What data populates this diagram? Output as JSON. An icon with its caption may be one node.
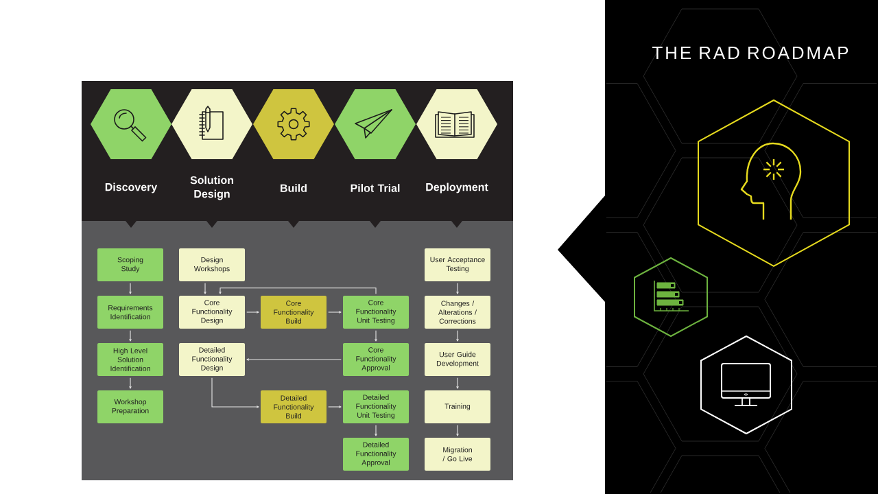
{
  "diagram": {
    "title": "THE RAD ROADMAP",
    "nodes": [
      {
        "text": [
          "Discovery"
        ]
      },
      {
        "text": [
          "Solution Design"
        ]
      },
      {
        "text": [
          "Build"
        ]
      },
      {
        "text": [
          "Pilot Trial"
        ]
      },
      {
        "text": [
          "Deployment"
        ]
      },
      {
        "text": [
          "Scoping Study"
        ]
      },
      {
        "text": [
          "Design Workshops"
        ]
      },
      {
        "text": [
          "User Acceptance Testing"
        ]
      },
      {
        "text": [
          "Requirements Identification"
        ]
      },
      {
        "text": [
          "Core Functionality Design"
        ]
      },
      {
        "text": [
          "Core Functionality Build"
        ]
      },
      {
        "text": [
          "Core Functionality Unit Testing"
        ]
      },
      {
        "text": [
          "Changes / Alterations / Corrections"
        ]
      },
      {
        "text": [
          "High Level Solution Identification"
        ]
      },
      {
        "text": [
          "Detailed Functionality Design"
        ]
      },
      {
        "text": [
          "Core Functionality Approval"
        ]
      },
      {
        "text": [
          "User Guide Development"
        ]
      },
      {
        "text": [
          "Workshop Preparation"
        ]
      },
      {
        "text": [
          "Detailed Functionality Build"
        ]
      },
      {
        "text": [
          "Detailed Functionality Unit Testing"
        ]
      },
      {
        "text": [
          "Training"
        ]
      },
      {
        "text": [
          "Detailed Functionality Approval"
        ]
      },
      {
        "text": [
          "Migration / Go Live"
        ]
      }
    ],
    "edges": [
      {
        "from": 5,
        "to": 8,
        "arrow": "to"
      },
      {
        "from": 8,
        "to": 13,
        "arrow": "to"
      },
      {
        "from": 13,
        "to": 17,
        "arrow": "to"
      },
      {
        "from": 6,
        "to": 9,
        "arrow": "to"
      },
      {
        "from": 9,
        "to": 10,
        "arrow": "to"
      },
      {
        "from": 10,
        "to": 11,
        "arrow": "to"
      },
      {
        "from": 11,
        "to": 9,
        "arrow": "to"
      },
      {
        "from": 11,
        "to": 15,
        "arrow": "to"
      },
      {
        "from": 15,
        "to": 14,
        "arrow": "to"
      },
      {
        "from": 14,
        "to": 18,
        "arrow": "to"
      },
      {
        "from": 18,
        "to": 19,
        "arrow": "to"
      },
      {
        "from": 19,
        "to": 21,
        "arrow": "to"
      },
      {
        "from": 7,
        "to": 12,
        "arrow": "to"
      },
      {
        "from": 12,
        "to": 16,
        "arrow": "to"
      },
      {
        "from": 16,
        "to": 20,
        "arrow": "to"
      },
      {
        "from": 20,
        "to": 22,
        "arrow": "to"
      }
    ]
  }
}
